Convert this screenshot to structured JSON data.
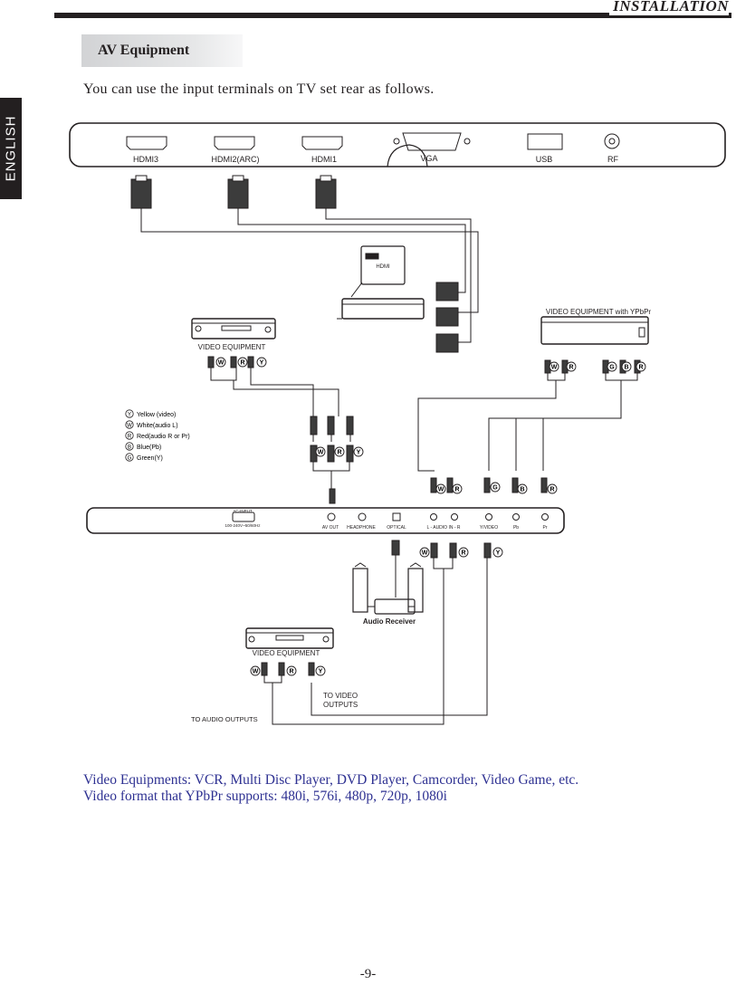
{
  "header": {
    "title": "INSTALLATION"
  },
  "side_tab": {
    "label": "ENGLISH"
  },
  "section": {
    "title": "AV Equipment"
  },
  "intro": "You can use the input terminals on TV set rear as follows.",
  "top_panel": {
    "ports": [
      "HDMI3",
      "HDMI2(ARC)",
      "HDMI1",
      "VGA",
      "USB",
      "RF"
    ]
  },
  "bottom_panel": {
    "ac_input": "AC-INPUT",
    "ac_rating": "100-240V~50/60Hz",
    "av_out": "AV OUT",
    "headphone": "HEADPHONE",
    "optical": "OPTICAL",
    "audio_in": "L - AUDIO IN - R",
    "y_video": "Y/VIDEO",
    "pb": "Pb",
    "pr": "Pr"
  },
  "devices": {
    "hdmi_device_label": "HDMI",
    "video_equipment_1": "VIDEO EQUIPMENT",
    "ypbpr_equipment": "VIDEO EQUIPMENT with YPbPr",
    "audio_receiver": "Audio Receiver",
    "video_equipment_2": "VIDEO EQUIPMENT",
    "to_video_outputs_1": "TO VIDEO",
    "to_video_outputs_2": "OUTPUTS",
    "to_audio_outputs": "TO AUDIO OUTPUTS"
  },
  "legend": [
    {
      "letter": "Y",
      "text": "Yellow (video)"
    },
    {
      "letter": "W",
      "text": "White(audio L)"
    },
    {
      "letter": "R",
      "text": "Red(audio R or Pr)"
    },
    {
      "letter": "B",
      "text": "Blue(Pb)"
    },
    {
      "letter": "G",
      "text": "Green(Y)"
    }
  ],
  "footnotes": [
    "Video Equipments: VCR, Multi Disc Player, DVD Player, Camcorder, Video Game, etc.",
    "Video format that YPbPr supports: 480i, 576i, 480p, 720p, 1080i"
  ],
  "page_number": "-9-"
}
